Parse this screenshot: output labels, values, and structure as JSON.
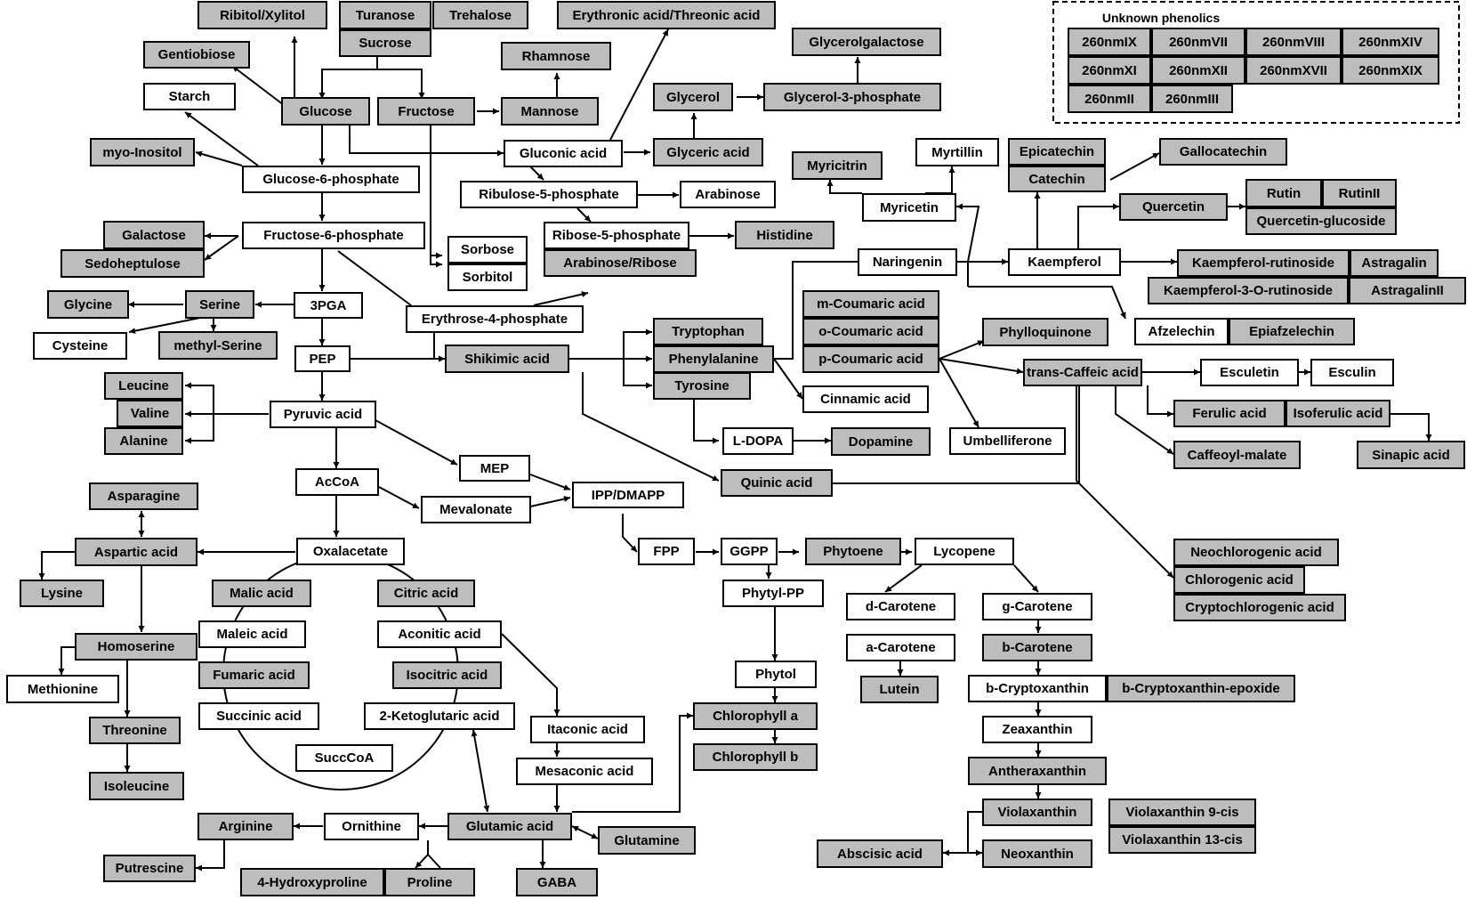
{
  "nodes": {
    "ribitol": "Ribitol/Xylitol",
    "turanose": "Turanose",
    "trehalose": "Trehalose",
    "sucrose": "Sucrose",
    "erythronic": "Erythronic acid/Threonic acid",
    "glycerolgal": "Glycerolgalactose",
    "gentiobiose": "Gentiobiose",
    "rhamnose": "Rhamnose",
    "starch": "Starch",
    "glucose": "Glucose",
    "fructose": "Fructose",
    "mannose": "Mannose",
    "glycerol": "Glycerol",
    "glycerol3p": "Glycerol-3-phosphate",
    "myoinositol": "myo-Inositol",
    "gluconic": "Gluconic acid",
    "glyceric": "Glyceric acid",
    "g6p": "Glucose-6-phosphate",
    "ribulose5p": "Ribulose-5-phosphate",
    "arabinose": "Arabinose",
    "galactose": "Galactose",
    "f6p": "Fructose-6-phosphate",
    "ribose5p": "Ribose-5-phosphate",
    "histidine": "Histidine",
    "sedoheptulose": "Sedoheptulose",
    "sorbose": "Sorbose",
    "sorbitol": "Sorbitol",
    "arabinoseribose": "Arabinose/Ribose",
    "glycine": "Glycine",
    "serine": "Serine",
    "pga3": "3PGA",
    "cysteine": "Cysteine",
    "methylserine": "methyl-Serine",
    "e4p": "Erythrose-4-phosphate",
    "pep": "PEP",
    "shikimic": "Shikimic acid",
    "leucine": "Leucine",
    "valine": "Valine",
    "alanine": "Alanine",
    "pyruvic": "Pyruvic acid",
    "mep": "MEP",
    "accoa": "AcCoA",
    "mevalonate": "Mevalonate",
    "ippdmapp": "IPP/DMAPP",
    "asparagine": "Asparagine",
    "aspartic": "Aspartic acid",
    "oxalacetate": "Oxalacetate",
    "lysine": "Lysine",
    "malic": "Malic acid",
    "citric": "Citric acid",
    "maleic": "Maleic acid",
    "aconitic": "Aconitic acid",
    "homoserine": "Homoserine",
    "fumaric": "Fumaric acid",
    "isocitric": "Isocitric acid",
    "methionine": "Methionine",
    "succinic": "Succinic acid",
    "ketoglutaric": "2-Ketoglutaric acid",
    "threonine": "Threonine",
    "succcoa": "SuccCoA",
    "isoleucine": "Isoleucine",
    "itaconic": "Itaconic acid",
    "mesaconic": "Mesaconic acid",
    "arginine": "Arginine",
    "ornithine": "Ornithine",
    "glutamic": "Glutamic acid",
    "glutamine": "Glutamine",
    "putrescine": "Putrescine",
    "hydroxyproline": "4-Hydroxyproline",
    "proline": "Proline",
    "gaba": "GABA",
    "tryptophan": "Tryptophan",
    "phenylalanine": "Phenylalanine",
    "tyrosine": "Tyrosine",
    "ldopa": "L-DOPA",
    "dopamine": "Dopamine",
    "quinic": "Quinic acid",
    "fpp": "FPP",
    "ggpp": "GGPP",
    "phytoene": "Phytoene",
    "lycopene": "Lycopene",
    "phytylpp": "Phytyl-PP",
    "phytol": "Phytol",
    "chla": "Chlorophyll a",
    "chlb": "Chlorophyll b",
    "dcarotene": "d-Carotene",
    "acarotene": "a-Carotene",
    "lutein": "Lutein",
    "gcarotene": "g-Carotene",
    "bcarotene": "b-Carotene",
    "bcrypto": "b-Cryptoxanthin",
    "bcryptoepox": "b-Cryptoxanthin-epoxide",
    "zeaxanthin": "Zeaxanthin",
    "antheraxanthin": "Antheraxanthin",
    "violaxanthin": "Violaxanthin",
    "viola9": "Violaxanthin 9-cis",
    "viola13": "Violaxanthin 13-cis",
    "neoxanthin": "Neoxanthin",
    "abscisic": "Abscisic acid",
    "myricitrin": "Myricitrin",
    "myrtillin": "Myrtillin",
    "myricetin": "Myricetin",
    "epicatechin": "Epicatechin",
    "catechin": "Catechin",
    "gallocatechin": "Gallocatechin",
    "quercetin": "Quercetin",
    "rutin": "Rutin",
    "rutinii": "RutinII",
    "querglu": "Quercetin-glucoside",
    "naringenin": "Naringenin",
    "kaempferol": "Kaempferol",
    "kaemprut": "Kaempferol-rutinoside",
    "astragalin": "Astragalin",
    "kaemp3o": "Kaempferol-3-O-rutinoside",
    "astragalinii": "AstragalinII",
    "mcoumaric": "m-Coumaric acid",
    "ocoumaric": "o-Coumaric acid",
    "pcoumaric": "p-Coumaric acid",
    "phylloquinone": "Phylloquinone",
    "afzelechin": "Afzelechin",
    "epiafzelechin": "Epiafzelechin",
    "cinnamic": "Cinnamic acid",
    "transcaffeic": "trans-Caffeic acid",
    "esculetin": "Esculetin",
    "esculin": "Esculin",
    "umbelliferone": "Umbelliferone",
    "ferulic": "Ferulic acid",
    "isoferulic": "Isoferulic acid",
    "caffeoylmalate": "Caffeoyl-malate",
    "sinapic": "Sinapic acid",
    "neochlorogenic": "Neochlorogenic acid",
    "chlorogenic": "Chlorogenic acid",
    "cryptochlorogenic": "Cryptochlorogenic acid",
    "n260ix": "260nmIX",
    "n260vii": "260nmVII",
    "n260viii": "260nmVIII",
    "n260xiv": "260nmXIV",
    "n260xi": "260nmXI",
    "n260xii": "260nmXII",
    "n260xvii": "260nmXVII",
    "n260xix": "260nmXIX",
    "n260ii": "260nmII",
    "n260iii": "260nmIII"
  },
  "unknown_phenolics_label": "Unknown phenolics"
}
